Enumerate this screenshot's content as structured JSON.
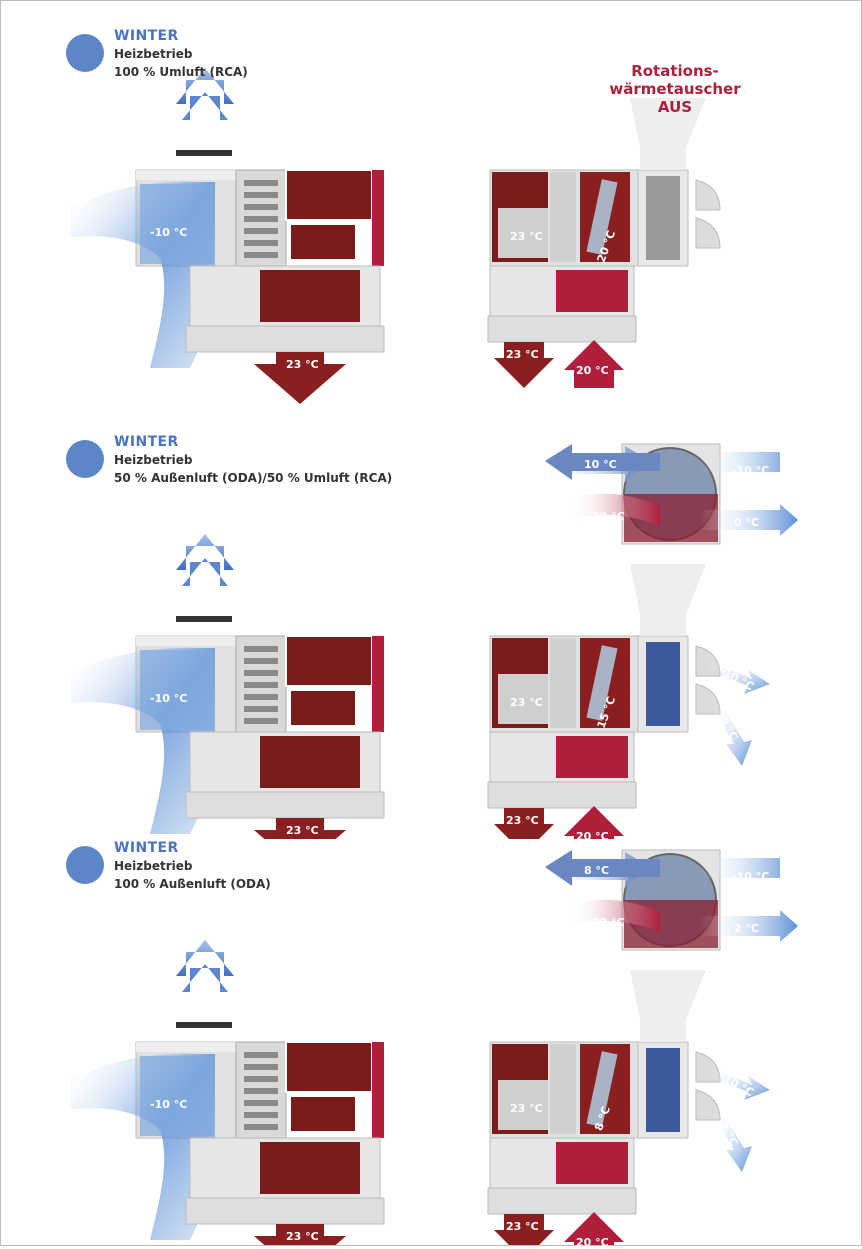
{
  "panels": [
    {
      "season": "WINTER",
      "line1": "Heizbetrieb",
      "line2": "100 % Umluft (RCA)",
      "outside_temp": "-10 °C",
      "supply_temp_left": "23 °C",
      "room_temp": "23 °C",
      "mix_temp": "20 °C",
      "supply_out": "23 °C",
      "return_in": "20 °C",
      "rotor_label": "Rotations-\nwärmetauscher\nAUS"
    },
    {
      "season": "WINTER",
      "line1": "Heizbetrieb",
      "line2": "50 % Außenluft (ODA)/50 % Umluft (RCA)",
      "outside_temp": "-10 °C",
      "supply_temp_left": "23 °C",
      "room_temp": "23 °C",
      "mix_temp": "15 °C",
      "supply_out": "23 °C",
      "return_in": "20 °C",
      "rotor_exhaust": "10 °C",
      "rotor_outside": "-10 °C",
      "rotor_return": "20 °C",
      "rotor_after": "0 °C",
      "side_in": "-10 °C",
      "side_out": "0 °C"
    },
    {
      "season": "WINTER",
      "line1": "Heizbetrieb",
      "line2": "100 % Außenluft (ODA)",
      "outside_temp": "-10 °C",
      "supply_temp_left": "23 °C",
      "room_temp": "23 °C",
      "mix_temp": "8 °C",
      "supply_out": "23 °C",
      "return_in": "20 °C",
      "rotor_exhaust": "8 °C",
      "rotor_outside": "-10 °C",
      "rotor_return": "20 °C",
      "rotor_after": "2 °C",
      "side_in": "-10 °C",
      "side_out": "2 °C"
    }
  ],
  "colors": {
    "season_blue": "#4a74bf",
    "unit_red": "#7a1c1c",
    "accent_crimson": "#b01e3c",
    "cold_blue": "#5b8fd6",
    "housing_grey": "#d8d8d8"
  }
}
